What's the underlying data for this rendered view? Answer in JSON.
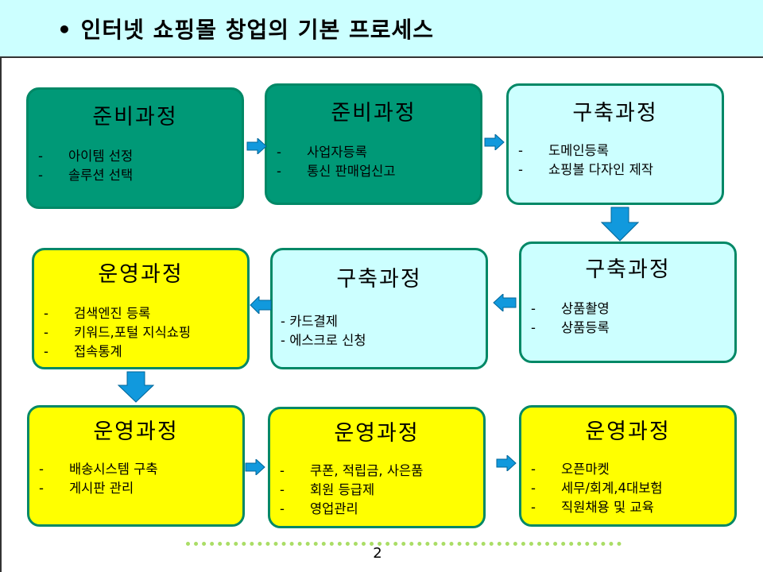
{
  "slide": {
    "title": "• 인터넷 쇼핑몰 창업의 기본 프로세스",
    "page_number": "2"
  },
  "boxes": [
    {
      "title": "준비과정",
      "items": [
        "아이템 선정",
        "솔루션 선택"
      ],
      "fill": "#009977"
    },
    {
      "title": "준비과정",
      "items": [
        "사업자등록",
        "통신 판매업신고"
      ],
      "fill": "#009977"
    },
    {
      "title": "구축과정",
      "items": [
        "도메인등록",
        "쇼핑볼 다자인 제작"
      ],
      "fill": "#ccffff"
    },
    {
      "title": "구축과정",
      "items": [
        "상품촬영",
        "상품등록"
      ],
      "fill": "#ccffff"
    },
    {
      "title": "구축과정",
      "items": [
        "-   카드결제",
        "- 에스크로 신청"
      ],
      "fill": "#ccffff"
    },
    {
      "title": "운영과정",
      "items": [
        "검색엔진 등록",
        "키워드,포털 지식쇼핑",
        "접속통계"
      ],
      "fill": "#ffff00"
    },
    {
      "title": "운영과정",
      "items": [
        "배송시스템 구축",
        "게시판 관리"
      ],
      "fill": "#ffff00"
    },
    {
      "title": "운영과정",
      "items": [
        "쿠폰, 적립금, 사은품",
        "회원 등급제",
        "영업관리"
      ],
      "fill": "#ffff00"
    },
    {
      "title": "운영과정",
      "items": [
        "오픈마켓",
        "세무/회계,4대보험",
        "직원채용 및 교육"
      ],
      "fill": "#ffff00"
    }
  ],
  "colors": {
    "header_bg": "#ccffff",
    "border": "#008866",
    "arrow": "#1199dd",
    "dots": "#aadd66"
  }
}
